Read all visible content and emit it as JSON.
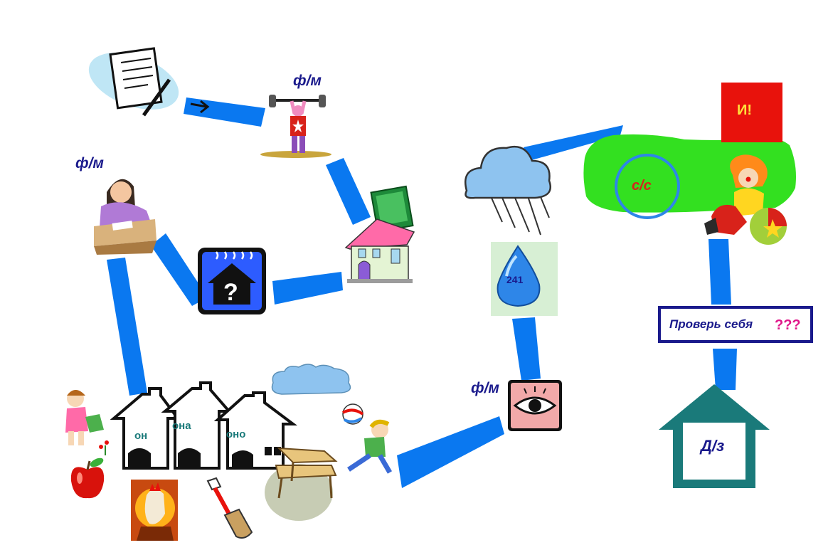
{
  "labels": {
    "fm_top": "ф/м",
    "fm_left": "ф/м",
    "fm_eye": "ф/м",
    "house_on": "он",
    "house_ona": "она",
    "house_ono": "оно",
    "drop_number": "241",
    "i_box": "И!",
    "cs_circle": "с/с",
    "check_yourself": "Проверь себя",
    "check_marks": "???",
    "homework": "Д/з"
  },
  "colors": {
    "arrow": "#0a78f0",
    "green_area": "#33e020",
    "red_box": "#e8120c",
    "navy": "#1a1a8c",
    "teal_house": "#1a7a7a"
  },
  "icons": [
    "notepad-icon",
    "weightlifter-icon",
    "girl-writing-icon",
    "house-question-icon",
    "house-money-icon",
    "storm-cloud-icon",
    "water-drop-icon",
    "eye-icon",
    "clown-icon",
    "homework-house-icon",
    "houses-row-icon",
    "boy-ball-icon",
    "bench-icon",
    "cloud-icon",
    "girl-watering-icon",
    "apple-icon",
    "rooster-icon",
    "shovel-icon"
  ]
}
